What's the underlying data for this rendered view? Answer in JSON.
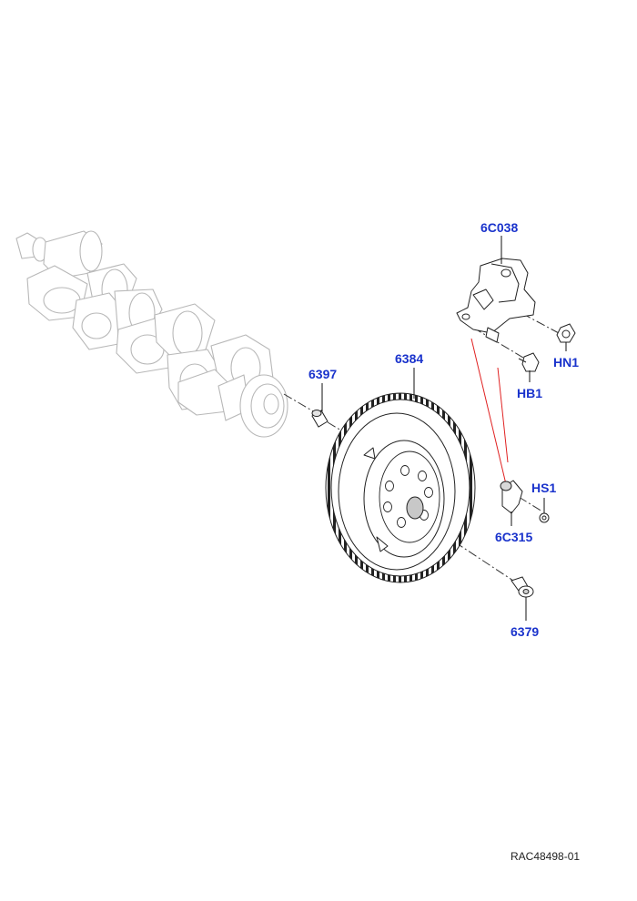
{
  "diagram": {
    "reference": "RAC48498-01",
    "callout_color": "#1a33cc",
    "part_numbers": {
      "bracket": "6C038",
      "nut": "HN1",
      "bolt_bracket": "HB1",
      "flywheel": "6384",
      "dowel": "6397",
      "sensor": "6C315",
      "screw_sensor": "HS1",
      "flywheel_bolt": "6379"
    }
  }
}
